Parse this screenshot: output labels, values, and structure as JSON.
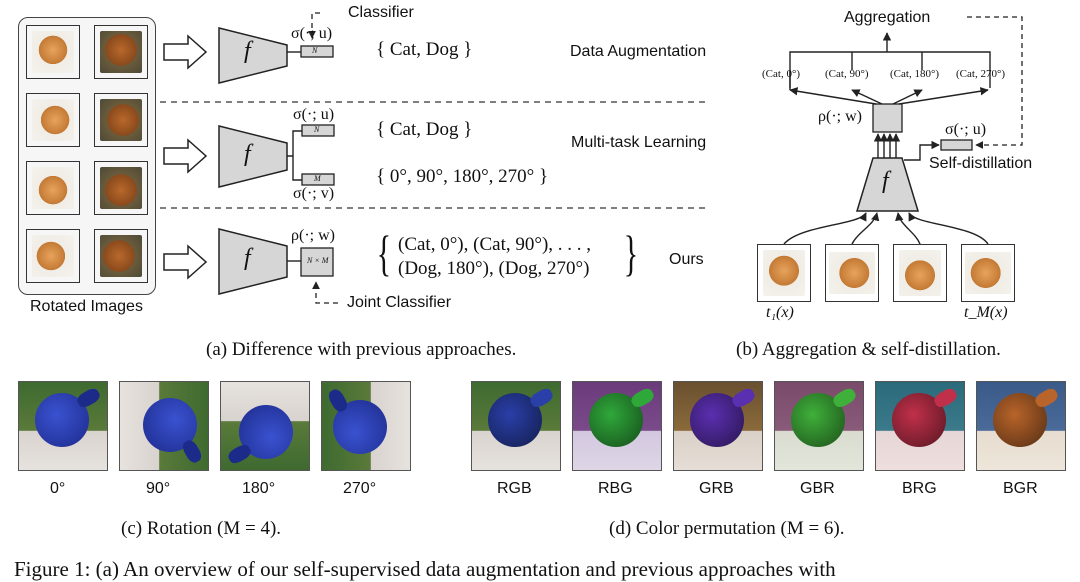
{
  "panel_a": {
    "rotated_images_label": "Rotated Images",
    "network_label": "f",
    "rows": [
      {
        "method": "Data Augmentation",
        "head_top": "σ(·; u)",
        "head_box": "N",
        "set": "{ Cat, Dog }",
        "annotation": "Classifier"
      },
      {
        "method": "Multi-task Learning",
        "head_top": "σ(·; u)",
        "head_box": "N",
        "head_bottom": "σ(·; v)",
        "head_box_2": "M",
        "set": "{ Cat, Dog }",
        "set_2": "{ 0°, 90°, 180°, 270° }"
      },
      {
        "method": "Ours",
        "head_top": "ρ(·; w)",
        "head_box": "N × M",
        "set": "(Cat, 0°), (Cat, 90°), . . . ,",
        "set_2": "(Dog, 180°), (Dog, 270°)",
        "annotation": "Joint Classifier"
      }
    ],
    "caption": "(a) Difference with previous approaches."
  },
  "panel_b": {
    "aggregation_label": "Aggregation",
    "outputs": [
      "(Cat, 0°)",
      "(Cat, 90°)",
      "(Cat, 180°)",
      "(Cat, 270°)"
    ],
    "rho_label": "ρ(·; w)",
    "sigma_label": "σ(·; u)",
    "self_distillation_label": "Self-distillation",
    "network_label": "f",
    "t1_label": "t₁(x)",
    "tm_label": "t_M(x)",
    "caption": "(b) Aggregation & self-distillation."
  },
  "panel_c": {
    "labels": [
      "0°",
      "90°",
      "180°",
      "270°"
    ],
    "caption": "(c) Rotation (M = 4)."
  },
  "panel_d": {
    "labels": [
      "RGB",
      "RBG",
      "GRB",
      "GBR",
      "BRG",
      "BGR"
    ],
    "colors": [
      "#2a3fa8",
      "#2fa83a",
      "#5a2fb0",
      "#3fb03a",
      "#c0304a",
      "#b8642a"
    ],
    "caption": "(d) Color permutation (M = 6)."
  },
  "figure_caption": "Figure 1: (a) An overview of our self-supervised data augmentation and previous approaches with"
}
